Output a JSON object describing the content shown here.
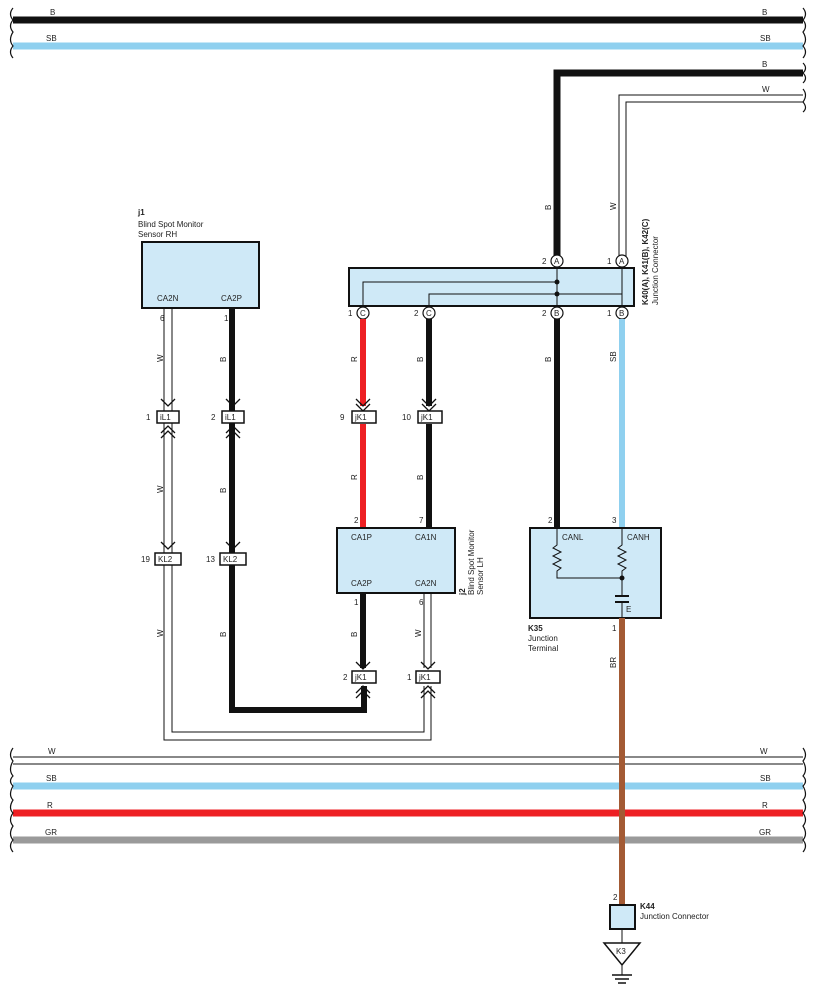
{
  "bus_top": [
    {
      "label": "B",
      "color": "#111111"
    },
    {
      "label": "SB",
      "color": "#8fd0ef"
    }
  ],
  "bus_bottom": [
    {
      "label": "W",
      "color": "#ffffff"
    },
    {
      "label": "SB",
      "color": "#8fd0ef"
    },
    {
      "label": "R",
      "color": "#ee2024"
    },
    {
      "label": "GR",
      "color": "#9a9a9a"
    }
  ],
  "right_feeds": {
    "b_label": "B",
    "w_label": "W"
  },
  "j1": {
    "code": "j1",
    "name_line1": "Blind Spot Monitor",
    "name_line2": "Sensor RH",
    "pin_left_name": "CA2N",
    "pin_right_name": "CA2P",
    "pin_left_num": "6",
    "pin_right_num": "1"
  },
  "j2": {
    "code": "j2",
    "name_line1": "Blind Spot Monitor",
    "name_line2": "Sensor LH",
    "top_left_name": "CA1P",
    "top_right_name": "CA1N",
    "bottom_left_name": "CA2P",
    "bottom_right_name": "CA2N",
    "top_left_num": "2",
    "top_right_num": "7",
    "bottom_left_num": "1",
    "bottom_right_num": "6"
  },
  "junction": {
    "code": "K40(A), K41(B), K42(C)",
    "name": "Junction Connector",
    "pins": [
      {
        "num": "1",
        "letter": "C"
      },
      {
        "num": "2",
        "letter": "C"
      },
      {
        "num": "2",
        "letter": "B"
      },
      {
        "num": "1",
        "letter": "B"
      },
      {
        "num": "2",
        "letter": "A"
      },
      {
        "num": "1",
        "letter": "A"
      }
    ]
  },
  "k35": {
    "code": "K35",
    "name_line1": "Junction",
    "name_line2": "Terminal",
    "pin_left_name": "CANL",
    "pin_right_name": "CANH",
    "ground_name": "E",
    "pin_left_num": "2",
    "pin_right_num": "3",
    "ground_num": "1"
  },
  "k44": {
    "code": "K44",
    "name": "Junction Connector",
    "pin": "2"
  },
  "ground": {
    "label": "K3"
  },
  "inline_connectors": {
    "iL1_a": {
      "name": "iL1",
      "pin": "1"
    },
    "iL1_b": {
      "name": "iL1",
      "pin": "2"
    },
    "KL2_a": {
      "name": "KL2",
      "pin": "19"
    },
    "KL2_b": {
      "name": "KL2",
      "pin": "13"
    },
    "jK1_a": {
      "name": "jK1",
      "pin": "9"
    },
    "jK1_b": {
      "name": "jK1",
      "pin": "10"
    },
    "jK1_c": {
      "name": "jK1",
      "pin": "2"
    },
    "jK1_d": {
      "name": "jK1",
      "pin": "1"
    }
  },
  "wire_labels": {
    "w1": "W",
    "w2": "B",
    "w3": "W",
    "w4": "B",
    "w5": "W",
    "w6": "B",
    "w7": "R",
    "w8": "B",
    "w9": "R",
    "w10": "B",
    "w11": "B",
    "w12": "SB",
    "w13": "B",
    "w14": "W",
    "w15": "B",
    "w16": "W",
    "w17": "BR"
  }
}
